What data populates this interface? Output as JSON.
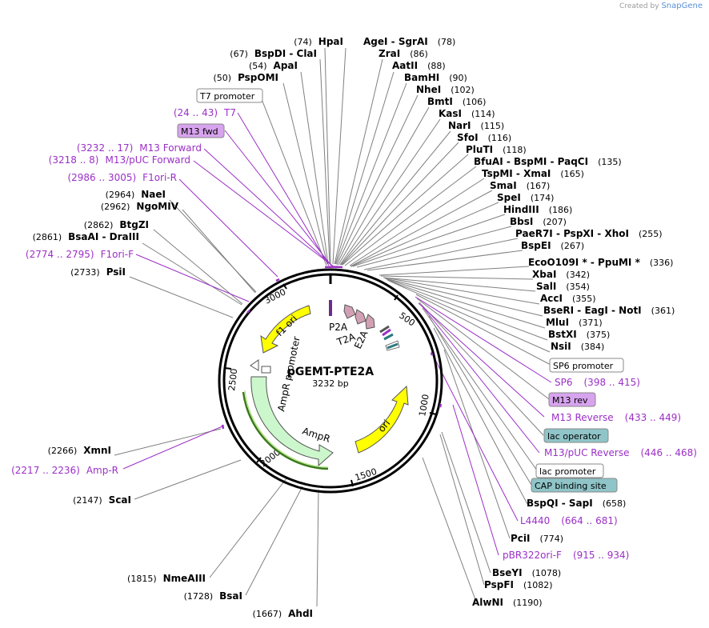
{
  "credit": {
    "prefix": "Created by",
    "brand": "SnapGene"
  },
  "plasmid": {
    "name": "pGEMT-PTE2A",
    "length": "3232 bp"
  },
  "ticks": [
    "500",
    "1000",
    "1500",
    "2000",
    "2500",
    "3000"
  ],
  "enzymes_left": [
    {
      "pos": "(74)",
      "name": "HpaI"
    },
    {
      "pos": "(67)",
      "name": "BspDI  -  ClaI"
    },
    {
      "pos": "(54)",
      "name": "ApaI"
    },
    {
      "pos": "(50)",
      "name": "PspOMI"
    },
    {
      "pos": "(2964)",
      "name": "NaeI"
    },
    {
      "pos": "(2962)",
      "name": "NgoMIV"
    },
    {
      "pos": "(2862)",
      "name": "BtgZI"
    },
    {
      "pos": "(2861)",
      "name": "BsaAI  -  DraIII"
    },
    {
      "pos": "(2733)",
      "name": "PsiI"
    },
    {
      "pos": "(2266)",
      "name": "XmnI"
    },
    {
      "pos": "(2147)",
      "name": "ScaI"
    },
    {
      "pos": "(1815)",
      "name": "NmeAIII"
    },
    {
      "pos": "(1728)",
      "name": "BsaI"
    },
    {
      "pos": "(1667)",
      "name": "AhdI"
    }
  ],
  "enzymes_right": [
    {
      "name": "AgeI  -  SgrAI",
      "pos": "(78)"
    },
    {
      "name": "ZraI",
      "pos": "(86)"
    },
    {
      "name": "AatII",
      "pos": "(88)"
    },
    {
      "name": "BamHI",
      "pos": "(90)"
    },
    {
      "name": "NheI",
      "pos": "(102)"
    },
    {
      "name": "BmtI",
      "pos": "(106)"
    },
    {
      "name": "KasI",
      "pos": "(114)"
    },
    {
      "name": "NarI",
      "pos": "(115)"
    },
    {
      "name": "SfoI",
      "pos": "(116)"
    },
    {
      "name": "PluTI",
      "pos": "(118)"
    },
    {
      "name": "BfuAI  -  BspMI  -  PaqCI",
      "pos": "(135)"
    },
    {
      "name": "TspMI  -  XmaI",
      "pos": "(165)"
    },
    {
      "name": "SmaI",
      "pos": "(167)"
    },
    {
      "name": "SpeI",
      "pos": "(174)"
    },
    {
      "name": "HindIII",
      "pos": "(186)"
    },
    {
      "name": "BbsI",
      "pos": "(207)"
    },
    {
      "name": "PaeR7I  -  PspXI  -  XhoI",
      "pos": "(255)"
    },
    {
      "name": "BspEI",
      "pos": "(267)"
    },
    {
      "name": "EcoO109I *  -  PpuMI *",
      "pos": "(336)"
    },
    {
      "name": "XbaI",
      "pos": "(342)"
    },
    {
      "name": "SalI",
      "pos": "(354)"
    },
    {
      "name": "AccI",
      "pos": "(355)"
    },
    {
      "name": "BseRI  -  EagI  -  NotI",
      "pos": "(361)"
    },
    {
      "name": "MluI",
      "pos": "(371)"
    },
    {
      "name": "BstXI",
      "pos": "(375)"
    },
    {
      "name": "NsiI",
      "pos": "(384)"
    },
    {
      "name": "BspQI  -  SapI",
      "pos": "(658)"
    },
    {
      "name": "PciI",
      "pos": "(774)"
    },
    {
      "name": "BseYI",
      "pos": "(1078)"
    },
    {
      "name": "PspFI",
      "pos": "(1082)"
    },
    {
      "name": "AlwNI",
      "pos": "(1190)"
    }
  ],
  "primers": [
    {
      "range": "(24 .. 43)",
      "name": "T7"
    },
    {
      "range": "(3232 .. 17)",
      "name": "M13 Forward"
    },
    {
      "range": "(3218 .. 8)",
      "name": "M13/pUC Forward"
    },
    {
      "range": "(2986 .. 3005)",
      "name": "F1ori-R"
    },
    {
      "range": "(2774 .. 2795)",
      "name": "F1ori-F"
    },
    {
      "range": "(2217 .. 2236)",
      "name": "Amp-R"
    },
    {
      "name": "SP6",
      "range": "(398 .. 415)"
    },
    {
      "name": "M13 Reverse",
      "range": "(433 .. 449)"
    },
    {
      "name": "M13/pUC Reverse",
      "range": "(446 .. 468)"
    },
    {
      "name": "L4440",
      "range": "(664 .. 681)"
    },
    {
      "name": "pBR322ori-F",
      "range": "(915 .. 934)"
    }
  ],
  "boxed_labels": [
    {
      "text": "T7 promoter",
      "color": "#ffffff"
    },
    {
      "text": "M13 fwd",
      "color": "#d7a3ee"
    },
    {
      "text": "SP6 promoter",
      "color": "#ffffff"
    },
    {
      "text": "M13 rev",
      "color": "#d7a3ee"
    },
    {
      "text": "lac operator",
      "color": "#8fc4c8"
    },
    {
      "text": "lac promoter",
      "color": "#ffffff"
    },
    {
      "text": "CAP binding site",
      "color": "#8fc4c8"
    }
  ],
  "features": {
    "f1ori": "f1 ori",
    "ampr_promoter": "AmpR promoter",
    "ampr": "AmpR",
    "ori": "ori",
    "p2a": "P2A",
    "t2a": "T2A",
    "e2a": "E2A"
  },
  "colors": {
    "primer": "#9b30c6",
    "ori": "#ffff00",
    "ampr": "#ccf7cc",
    "cds_2a": "#d2a0b4",
    "primer_bind": "#d7a3ee",
    "operator": "#8fc4c8"
  }
}
